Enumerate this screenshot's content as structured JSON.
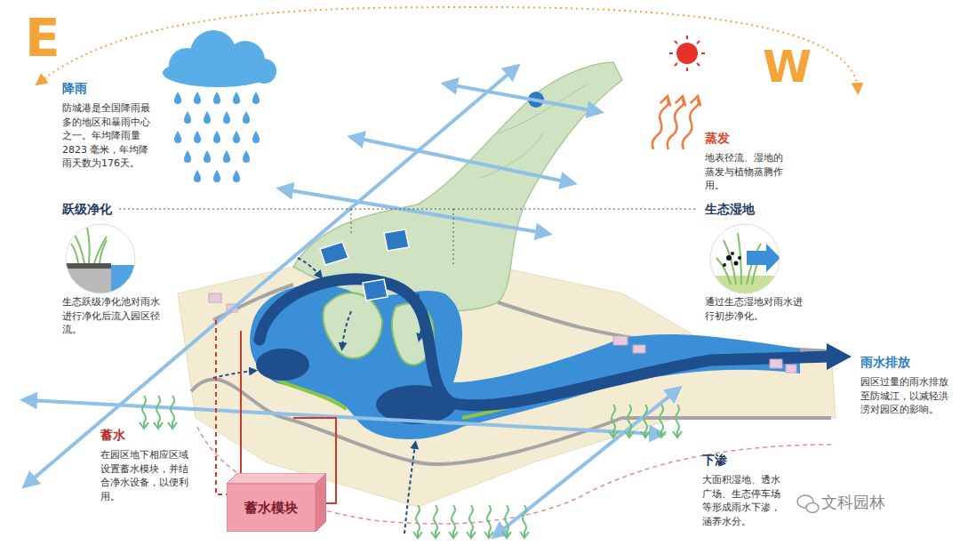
{
  "diagram": {
    "nodes": [
      {
        "text": [
          "降雨",
          "防城港是全国降雨最多的地区和暴雨中心之一。年均降雨量 2823 毫米，年均降雨天数为176天。"
        ]
      },
      {
        "text": [
          "蒸发",
          "地表径流、湿地的蒸发与植物蒸腾作用。"
        ]
      },
      {
        "text": [
          "跃级净化",
          "生态跃级净化池对雨水进行净化后流入园区径流。"
        ]
      },
      {
        "text": [
          "生态湿地",
          "通过生态湿地对雨水进行初步净化。"
        ]
      },
      {
        "text": [
          "雨水排放",
          "园区过量的雨水排放至防城江，以减轻洪涝对园区的影响。"
        ]
      },
      {
        "text": [
          "蓄水",
          "在园区地下相应区域设置蓄水模块，并结合净水设备，以便利用。"
        ]
      },
      {
        "text": [
          "下渗",
          "大面积湿地、透水广场、生态停车场等形成雨水下渗，涵养水分。"
        ]
      },
      {
        "text": [
          "蓄水模块"
        ]
      }
    ],
    "labels": [
      "E",
      "W",
      "文科园林"
    ]
  }
}
